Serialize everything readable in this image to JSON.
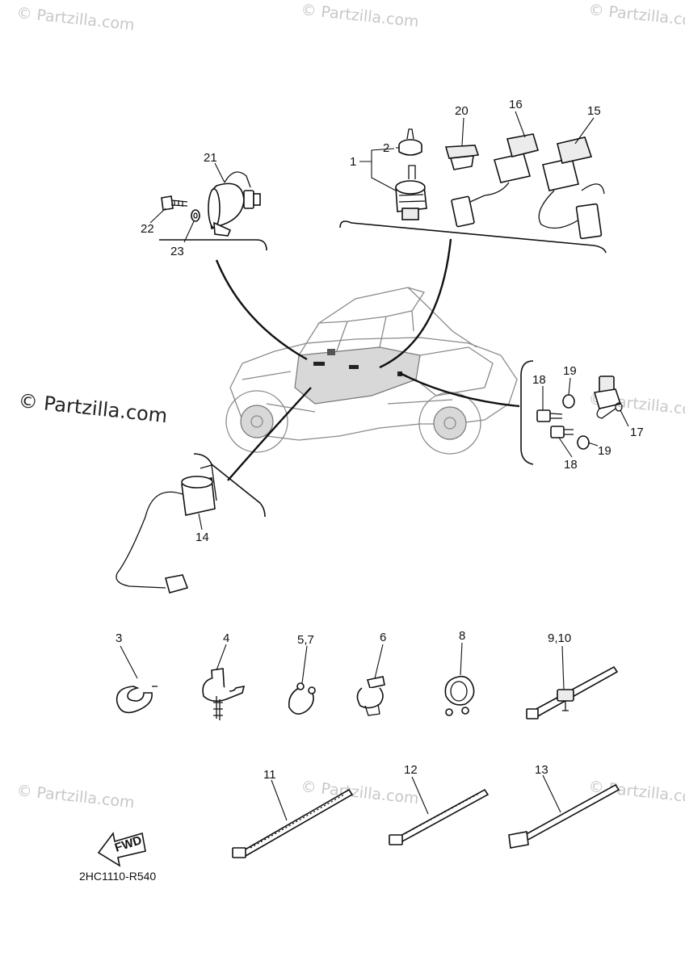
{
  "watermarks": {
    "top_left": "© Partzilla.com",
    "top_center": "© Partzilla.com",
    "top_right": "© Partzilla.com",
    "mid_left": "© Partzilla.com",
    "mid_right": "© Partzilla.com",
    "bottom_left": "© Partzilla.com",
    "bottom_center": "© Partzilla.com",
    "bottom_right": "© Partzilla.com"
  },
  "callouts": {
    "p1": "1",
    "p2": "2",
    "p3": "3",
    "p4": "4",
    "p5_7": "5,7",
    "p6": "6",
    "p8": "8",
    "p9_10": "9,10",
    "p11": "11",
    "p12": "12",
    "p13": "13",
    "p14": "14",
    "p15": "15",
    "p16": "16",
    "p17": "17",
    "p18a": "18",
    "p18b": "18",
    "p19a": "19",
    "p19b": "19",
    "p20": "20",
    "p21": "21",
    "p22": "22",
    "p23": "23"
  },
  "fwd_label": "FWD",
  "diagram_code": "2HC1110-R540",
  "colors": {
    "line": "#111111",
    "watermark": "#c8c8c8",
    "vehicle": "#8a8a8a"
  }
}
